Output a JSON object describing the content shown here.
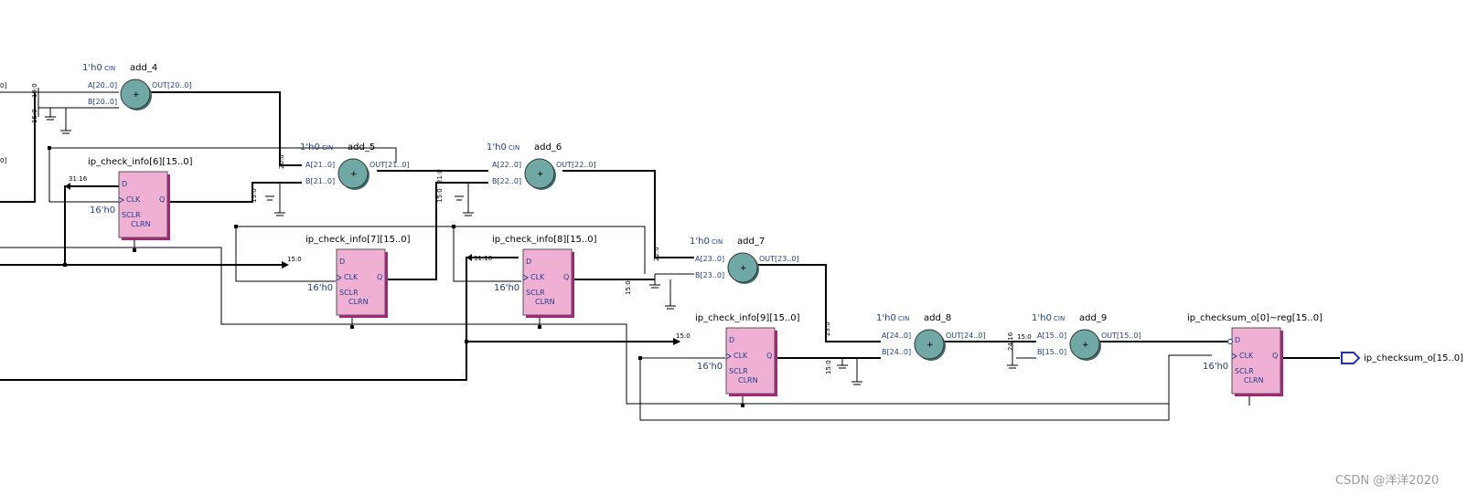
{
  "adders": [
    {
      "name": "add_4",
      "a": "A[20..0]",
      "b": "B[20..0]",
      "out": "OUT[20..0]",
      "cin_value": "1'h0",
      "cin": "CIN",
      "sym": "+"
    },
    {
      "name": "add_5",
      "a": "A[21..0]",
      "b": "B[21..0]",
      "out": "OUT[21..0]",
      "cin_value": "1'h0",
      "cin": "CIN",
      "sym": "+"
    },
    {
      "name": "add_6",
      "a": "A[22..0]",
      "b": "B[22..0]",
      "out": "OUT[22..0]",
      "cin_value": "1'h0",
      "cin": "CIN",
      "sym": "+"
    },
    {
      "name": "add_7",
      "a": "A[23..0]",
      "b": "B[23..0]",
      "out": "OUT[23..0]",
      "cin_value": "1'h0",
      "cin": "CIN",
      "sym": "+"
    },
    {
      "name": "add_8",
      "a": "A[24..0]",
      "b": "B[24..0]",
      "out": "OUT[24..0]",
      "cin_value": "1'h0",
      "cin": "CIN",
      "sym": "+"
    },
    {
      "name": "add_9",
      "a": "A[15..0]",
      "b": "B[15..0]",
      "out": "OUT[15..0]",
      "cin_value": "1'h0",
      "cin": "CIN",
      "sym": "+"
    }
  ],
  "registers": [
    {
      "name": "ip_check_info[6][15..0]",
      "d": "D",
      "clk": "CLK",
      "q": "Q",
      "sclr": "SCLR",
      "clrn": "CLRN",
      "init": "16'h0"
    },
    {
      "name": "ip_check_info[7][15..0]",
      "d": "D",
      "clk": "CLK",
      "q": "Q",
      "sclr": "SCLR",
      "clrn": "CLRN",
      "init": "16'h0"
    },
    {
      "name": "ip_check_info[8][15..0]",
      "d": "D",
      "clk": "CLK",
      "q": "Q",
      "sclr": "SCLR",
      "clrn": "CLRN",
      "init": "16'h0"
    },
    {
      "name": "ip_check_info[9][15..0]",
      "d": "D",
      "clk": "CLK",
      "q": "Q",
      "sclr": "SCLR",
      "clrn": "CLRN",
      "init": "16'h0"
    },
    {
      "name": "ip_checksum_o[0]~reg[15..0]",
      "d": "D",
      "clk": "CLK",
      "q": "Q",
      "sclr": "SCLR",
      "clrn": "CLRN",
      "init": "16'h0"
    }
  ],
  "output_port": {
    "name": "ip_checksum_o[15..0]"
  },
  "bus_labels": {
    "b_19_0": "19:0",
    "b_15_0": "15:0",
    "b_20_0": "20:0",
    "b_21_0": "21:0",
    "b_22_0": "22:0",
    "b_23_0": "23:0",
    "b_24_16": "24:16",
    "b_31_16": "31:16"
  },
  "edge_labels": {
    "left_0_top": "0]",
    "left_0_mid": "0]"
  },
  "watermark": "CSDN @洋洋2020"
}
